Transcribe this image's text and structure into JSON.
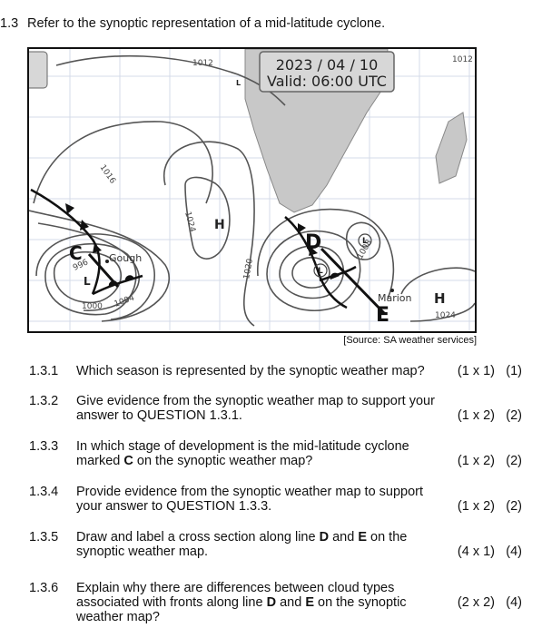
{
  "intro": {
    "number": "1.3",
    "text": "Refer to the synoptic representation of a mid-latitude cyclone."
  },
  "map": {
    "date": "2023 / 04 / 10",
    "valid": "Valid: 06:00 UTC",
    "isobars": [
      "1012",
      "1016",
      "1024",
      "1020",
      "1008",
      "1004",
      "996",
      "1000",
      "1024",
      "1012"
    ],
    "highs": [
      "H",
      "H"
    ],
    "lows": [
      "L",
      "L",
      "L",
      "L"
    ],
    "place_gough": "Gough",
    "place_marion": "Marion",
    "point_c": "C",
    "point_d": "D",
    "point_e": "E",
    "colors": {
      "land": "#c8c8c8",
      "grid": "#d4dbe8",
      "isobar": "#555555",
      "front": "#111111"
    }
  },
  "source": "[Source: SA weather services]",
  "questions": [
    {
      "num": "1.3.1",
      "parts": [
        "Which season is represented by the synoptic weather map?"
      ],
      "marks": "(1 x 1)",
      "total": "(1)"
    },
    {
      "num": "1.3.2",
      "parts": [
        "Give evidence from the synoptic weather map to support your answer to QUESTION 1.3.1."
      ],
      "marks": "(1 x 2)",
      "total": "(2)"
    },
    {
      "num": "1.3.3",
      "parts": [
        "In which stage of development is the mid-latitude cyclone marked ",
        "C",
        " on the synoptic weather map?"
      ],
      "marks": "(1 x 2)",
      "total": "(2)"
    },
    {
      "num": "1.3.4",
      "parts": [
        "Provide evidence from the synoptic weather map to support your answer to QUESTION 1.3.3."
      ],
      "marks": "(1 x 2)",
      "total": "(2)"
    },
    {
      "num": "1.3.5",
      "parts": [
        "Draw and label a cross section along line ",
        "D",
        " and ",
        "E",
        " on the synoptic weather map."
      ],
      "marks": "(4 x 1)",
      "total": "(4)"
    },
    {
      "num": "1.3.6",
      "parts": [
        "Explain why there are differences between cloud types associated with fronts along line ",
        "D",
        " and ",
        "E",
        " on the synoptic weather map?"
      ],
      "marks": "(2 x 2)",
      "total": "(4)"
    }
  ]
}
